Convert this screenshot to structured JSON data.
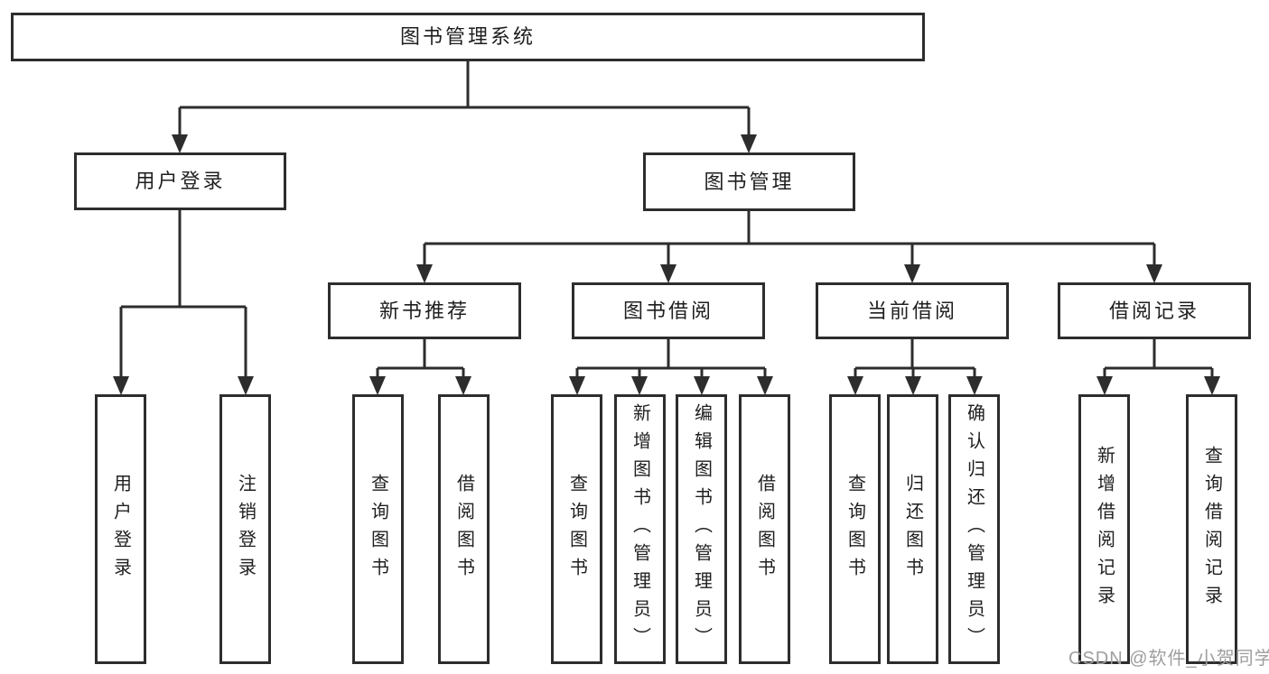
{
  "tree": {
    "root": {
      "label": "图书管理系统"
    },
    "user_login": {
      "label": "用户登录",
      "children": [
        {
          "label": "用户登录"
        },
        {
          "label": "注销登录"
        }
      ]
    },
    "book_mgmt": {
      "label": "图书管理",
      "children": [
        {
          "label": "新书推荐",
          "children": [
            {
              "label": "查询图书"
            },
            {
              "label": "借阅图书"
            }
          ]
        },
        {
          "label": "图书借阅",
          "children": [
            {
              "label": "查询图书"
            },
            {
              "label": "新增图书（管理员）"
            },
            {
              "label": "编辑图书（管理员）"
            },
            {
              "label": "借阅图书"
            }
          ]
        },
        {
          "label": "当前借阅",
          "children": [
            {
              "label": "查询图书"
            },
            {
              "label": "归还图书"
            },
            {
              "label": "确认归还（管理员）"
            }
          ]
        },
        {
          "label": "借阅记录",
          "children": [
            {
              "label": "新增借阅记录"
            },
            {
              "label": "查询借阅记录"
            }
          ]
        }
      ]
    }
  },
  "watermark": {
    "text": "CSDN @软件_小贺同学"
  },
  "colors": {
    "line": "#2d2d2d",
    "box_border": "#2d2d2d",
    "text": "#1f1f1f",
    "background": "#ffffff",
    "watermark": "#9e9e9e"
  }
}
